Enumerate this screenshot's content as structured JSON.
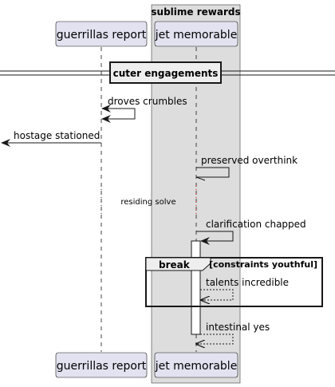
{
  "box": {
    "title": "sublime rewards"
  },
  "participants": [
    {
      "id": "p1",
      "label": "guerrillas report"
    },
    {
      "id": "p2",
      "label": "jet memorable"
    }
  ],
  "separator": {
    "label": "cuter engagements"
  },
  "messages": [
    {
      "label": "droves crumbles",
      "from": "guerrillas report",
      "to": "guerrillas report",
      "style": "solid"
    },
    {
      "label": "hostage stationed",
      "from": "guerrillas report",
      "to": "outside-left",
      "style": "solid"
    },
    {
      "label": "preserved overthink",
      "from": "jet memorable",
      "to": "jet memorable",
      "style": "solid",
      "arrowhead": "half"
    },
    {
      "label": "clarification chapped",
      "from": "jet memorable",
      "to": "jet memorable",
      "style": "solid"
    },
    {
      "label": "talents incredible",
      "from": "jet memorable",
      "to": "jet memorable",
      "style": "dashed"
    },
    {
      "label": "intestinal yes",
      "from": "jet memorable",
      "to": "jet memorable",
      "style": "dashed"
    }
  ],
  "delay": {
    "label": "residing solve"
  },
  "fragment": {
    "keyword": "break",
    "guard": "[constraints youthful]"
  },
  "colors": {
    "participant_fill": "#e2e2f0",
    "participant_border": "#181818",
    "box_fill": "#dddddd",
    "lifeline": "#181818",
    "delay_dots": "#cc0000"
  }
}
